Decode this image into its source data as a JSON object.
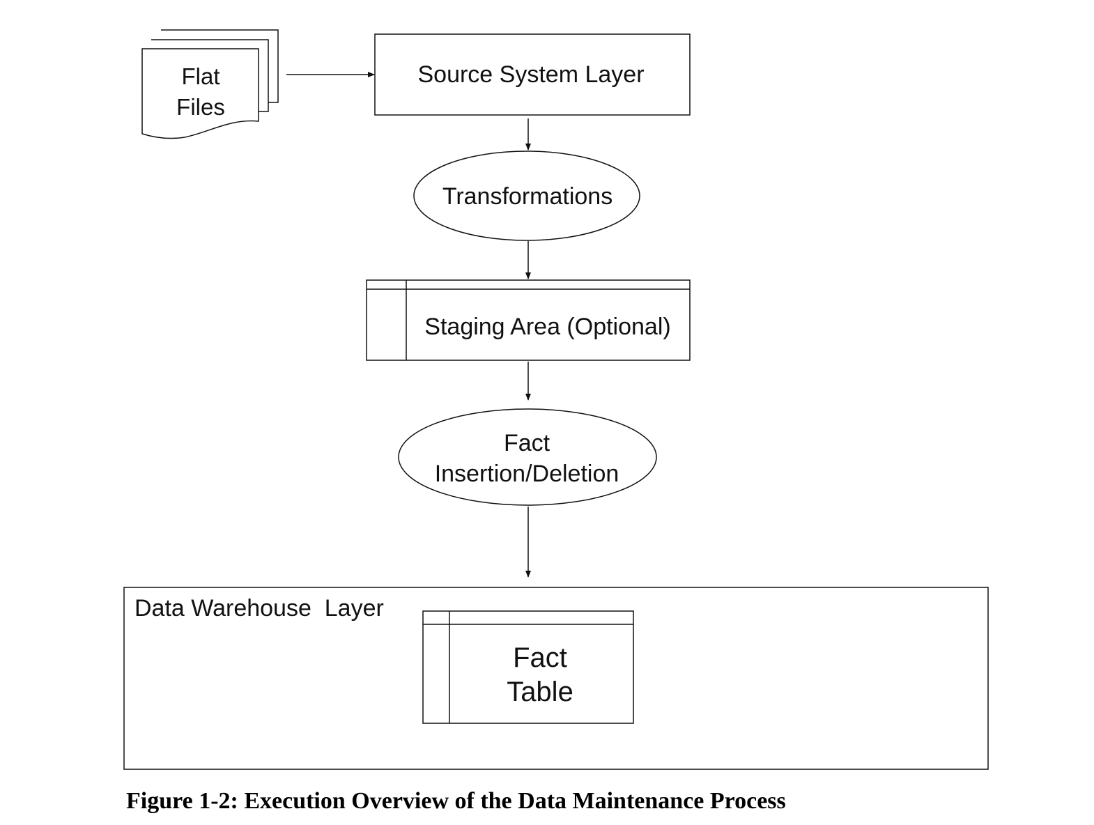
{
  "diagram": {
    "nodes": {
      "flat_files": {
        "lines": [
          "Flat",
          "Files"
        ]
      },
      "source_system": {
        "label": "Source System Layer"
      },
      "transformations": {
        "label": "Transformations"
      },
      "staging_area": {
        "label": "Staging Area (Optional)"
      },
      "fact_insertion": {
        "lines": [
          "Fact",
          "Insertion/Deletion"
        ]
      },
      "warehouse_layer": {
        "label": "Data Warehouse  Layer"
      },
      "fact_table": {
        "lines": [
          "Fact",
          "Table"
        ]
      }
    },
    "edges": [
      {
        "from": "flat_files",
        "to": "source_system"
      },
      {
        "from": "source_system",
        "to": "transformations"
      },
      {
        "from": "transformations",
        "to": "staging_area"
      },
      {
        "from": "staging_area",
        "to": "fact_insertion"
      },
      {
        "from": "fact_insertion",
        "to": "warehouse_layer"
      }
    ]
  },
  "caption": "Figure 1-2: Execution Overview of the Data Maintenance Process"
}
